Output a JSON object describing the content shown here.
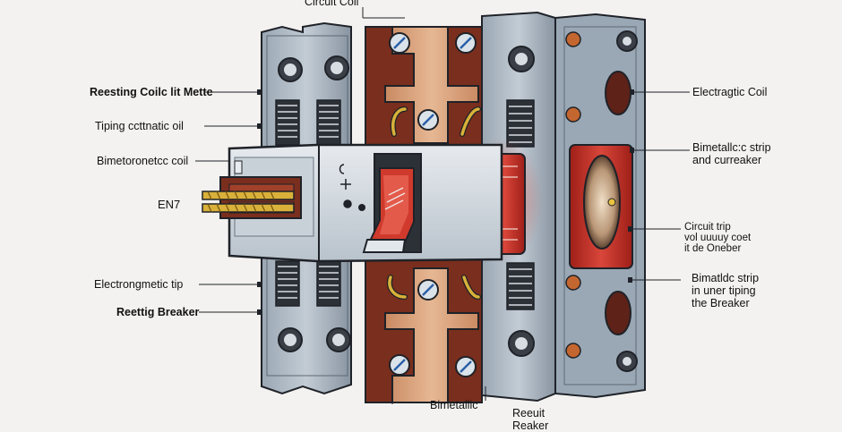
{
  "labels": {
    "top": "Circuit Coil",
    "left": [
      "Reesting Coilc lit Mette",
      "Tiping ccttnatic oil",
      "Bimetoronetcc coil",
      "EN7",
      "Electrongmetic tip",
      "Reettig Breaker"
    ],
    "right": [
      "Electragtic Coil",
      "Bimetallc:c strip\nand curreaker",
      "Circuit trip\nvol uuuuy coet\nit de Oneber",
      "Bimatldc strip\nin uner tiping\nthe Breaker"
    ],
    "bottom_left": "Bimetallic",
    "bottom_right": "Reeuit\nReaker"
  },
  "colors": {
    "background": "#f3f2f0",
    "housing": "#8f9dab",
    "housing_light": "#b8c4cf",
    "brown": "#7a2e1d",
    "copper": "#d9a27a",
    "red": "#c6332a",
    "brass": "#d9b13a",
    "outline": "#1f2228"
  }
}
